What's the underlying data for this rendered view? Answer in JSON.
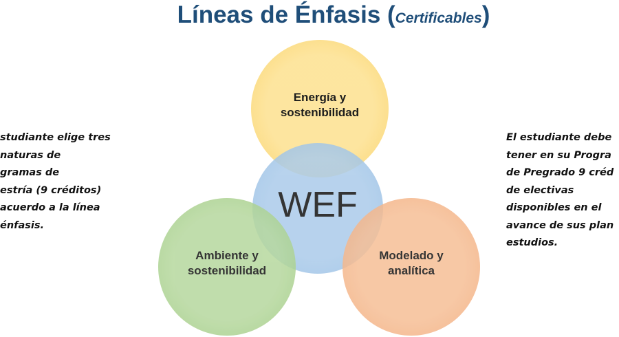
{
  "title": {
    "main": "Líneas de Énfasis (",
    "sub": "Certificables",
    "close": ")"
  },
  "circles": {
    "energy": "Energía y sostenibilidad",
    "center": "WEF",
    "environment": "Ambiente y sostenibilidad",
    "modeling": "Modelado y analítica"
  },
  "colors": {
    "yellow": "#fdd97a",
    "blue": "#9ec3e6",
    "green": "#a9d18e",
    "orange": "#f4b183",
    "title": "#1f4e79"
  },
  "left_note": [
    "studiante elige tres",
    "naturas de",
    "gramas de",
    "estría (9 créditos)",
    "acuerdo a la línea",
    "énfasis."
  ],
  "right_note": [
    "El estudiante debe",
    "tener en su Progra",
    "de Pregrado 9 créd",
    "de electivas",
    "disponibles en el",
    "avance de sus plan",
    "estudios."
  ]
}
